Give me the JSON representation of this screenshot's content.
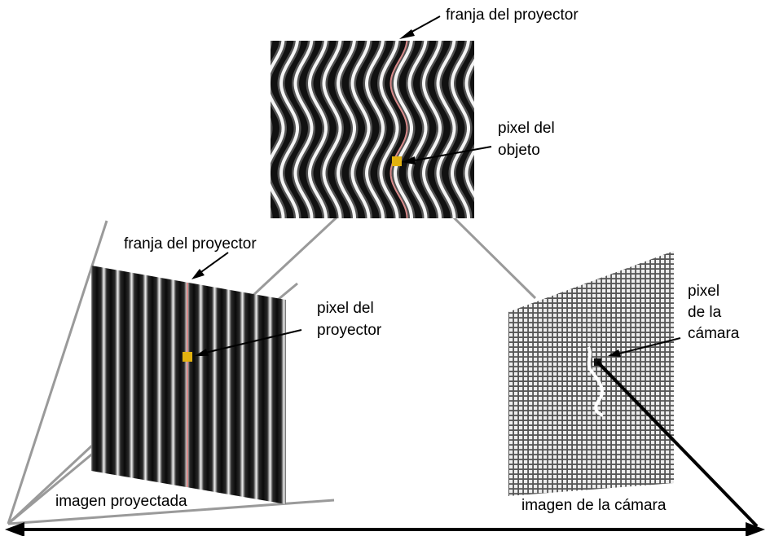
{
  "labels": {
    "object_fringe": "franja del proyector",
    "object_pixel": [
      "pixel del",
      "objeto"
    ],
    "projector_fringe": "franja del proyector",
    "projector_pixel": [
      "pixel del",
      "proyector"
    ],
    "projected_image": "imagen proyectada",
    "camera_pixel": [
      "pixel",
      "de la",
      "cámara"
    ],
    "camera_image": "imagen de la cámara"
  },
  "colors": {
    "pixel_marker": "#e2b10f",
    "fringe_highlight": "#d98a8a",
    "ray": "#9a9a9a",
    "camera_trace": "#ffffff"
  }
}
